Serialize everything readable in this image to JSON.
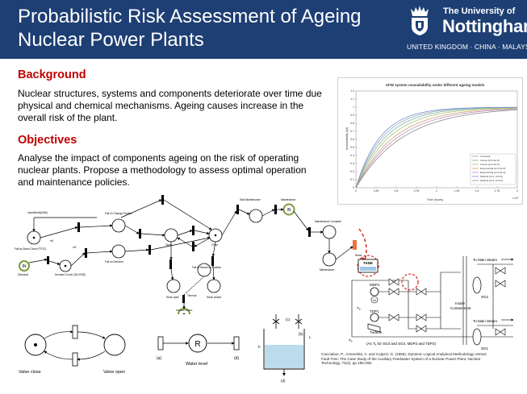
{
  "header": {
    "title_line1": "Probabilistic Risk Assessment of Ageing",
    "title_line2": "Nuclear Power Plants",
    "logo_line1": "The University of",
    "logo_line2": "Nottingham",
    "logo_sub": "UNITED KINGDOM · CHINA · MALAYSIA",
    "bg_color": "#1e3f74"
  },
  "background": {
    "heading": "Background",
    "text_line1": "Nuclear structures, systems and components deteriorate over time due",
    "text_line2": "physical and chemical mechanisms. Ageing causes increase in the",
    "text_line3": "overall risk of the plant."
  },
  "objectives": {
    "heading": "Objectives",
    "text_line1": "Analyse the impact of components ageing on the risk of operating",
    "text_line2": "nuclear plants. Propose a methodology to assess optimal operation",
    "text_line3": "and maintenance policies."
  },
  "heading_color": "#c00000",
  "chart_data": {
    "type": "line",
    "title": "AFW system unavailability under different ageing models",
    "xlabel": "Time (hours)",
    "ylabel": "Unavailability Q(t)",
    "x_exponent_label": "x 10⁴",
    "xlim": [
      0,
      2
    ],
    "ylim": [
      0,
      1.2
    ],
    "xticks": [
      "0",
      "0.25",
      "0.5",
      "0.75",
      "1",
      "1.25",
      "1.5",
      "1.75",
      "2"
    ],
    "yticks": [
      "0",
      "0.1",
      "0.2",
      "0.3",
      "0.4",
      "0.5",
      "0.6",
      "0.7",
      "0.8",
      "0.9",
      "1",
      "1.1",
      "1.2"
    ],
    "series": [
      {
        "name": "Constant",
        "color": "#9aa9b8",
        "rate": 3.0
      },
      {
        "name": "Linear (a=1.8e-5)",
        "color": "#7fb2a8",
        "rate": 2.7
      },
      {
        "name": "Linear (a=1.8e-6)",
        "color": "#a8c27a",
        "rate": 2.4
      },
      {
        "name": "Exponential (a=1.8e-5)",
        "color": "#c9a36a",
        "rate": 2.1
      },
      {
        "name": "Exponential (a=1.8e-6)",
        "color": "#b98fc0",
        "rate": 1.9
      },
      {
        "name": "Weibull (a=1, b=0.9)",
        "color": "#6f8fcf",
        "rate": 3.3
      },
      {
        "name": "Weibull (a=1, b=0.8)",
        "color": "#8a8a8a",
        "rate": 1.7
      }
    ],
    "legend": "bottom-right"
  },
  "petri": {
    "inhibit_label": "onlyInMode(UN0)",
    "fail_label": "Fail by Stand Close (FTOC)",
    "demand_label": "Demand",
    "remote_label": "Demand Count (TAU ENE)",
    "fail_change_label": "Fail on Change Position",
    "fail_demand_label": "Fail on Demand",
    "start_maint_label": "Start Maintenance",
    "maint_label": "Maintenance",
    "maint_complete_label": "Maintenance Complete",
    "maint_node_label": "Maintenance",
    "reset_label": "Reset",
    "fail_remain_label": "Fail to Remain in Position",
    "open_label": "Open",
    "close_label": "Close",
    "stuck_open_label": "Stuck open",
    "stuck_closed_label": "Stuck closed",
    "token_in_label": "IN",
    "timeout_label": "Timeout",
    "waterlevel_node": "WATER LEVEL",
    "m1": "m1",
    "m2": "m2"
  },
  "lower": {
    "valve_close": "Valve close",
    "valve_open": "Valve open",
    "water_level": "Water level",
    "r_label": "R",
    "a_label": "(a)",
    "b_label": "(b)",
    "c_label": "(c)",
    "d_label": "(d)",
    "h_label": "h",
    "l_label": "L"
  },
  "system": {
    "tank": "TANK",
    "mdp1": "MDP1",
    "tdp1": "TDP1",
    "turbine": "Turbine",
    "inside": "Inside",
    "containment": "Containment",
    "sg1": "SG1",
    "sg2": "SG2",
    "to_main_steam_top": "To Main Steam",
    "to_main_steam_bottom": "To Main Steam",
    "ta": "Tₐ",
    "tb": "Tₑ",
    "note": "(As Tₐ for SG3 and SG4, MDP2 and TDP2)",
    "m_label": "M"
  },
  "reference": {
    "line1": "Cacciabue, P., Amendola, A. and Cojazzi, G. (1986). Dynamic Logical Analytical Methodology Versus",
    "line2": "Fault Tree: The Case Study of the Auxiliary Feedwater System of a Nuclear Power Plant. Nuclear",
    "line3": "Technology, 74(2), pp.195-208."
  }
}
